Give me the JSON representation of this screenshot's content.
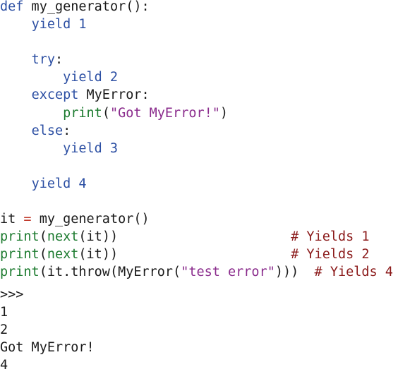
{
  "code": {
    "lines": [
      [
        {
          "t": "def",
          "c": "kw"
        },
        {
          "t": " my_generator():",
          "c": "txt"
        }
      ],
      [
        {
          "t": "    ",
          "c": "txt"
        },
        {
          "t": "yield 1",
          "c": "kw"
        }
      ],
      [],
      [
        {
          "t": "    ",
          "c": "txt"
        },
        {
          "t": "try",
          "c": "kw"
        },
        {
          "t": ":",
          "c": "txt"
        }
      ],
      [
        {
          "t": "        ",
          "c": "txt"
        },
        {
          "t": "yield 2",
          "c": "kw"
        }
      ],
      [
        {
          "t": "    ",
          "c": "txt"
        },
        {
          "t": "except",
          "c": "kw"
        },
        {
          "t": " MyError:",
          "c": "txt"
        }
      ],
      [
        {
          "t": "        ",
          "c": "txt"
        },
        {
          "t": "print",
          "c": "fn"
        },
        {
          "t": "(",
          "c": "txt"
        },
        {
          "t": "\"Got MyError!\"",
          "c": "str"
        },
        {
          "t": ")",
          "c": "txt"
        }
      ],
      [
        {
          "t": "    ",
          "c": "txt"
        },
        {
          "t": "else",
          "c": "kw"
        },
        {
          "t": ":",
          "c": "txt"
        }
      ],
      [
        {
          "t": "        ",
          "c": "txt"
        },
        {
          "t": "yield 3",
          "c": "kw"
        }
      ],
      [],
      [
        {
          "t": "    ",
          "c": "txt"
        },
        {
          "t": "yield 4",
          "c": "kw"
        }
      ],
      [],
      [
        {
          "t": "it ",
          "c": "txt"
        },
        {
          "t": "=",
          "c": "op"
        },
        {
          "t": " my_generator()",
          "c": "txt"
        }
      ],
      [
        {
          "t": "print",
          "c": "fn"
        },
        {
          "t": "(",
          "c": "txt"
        },
        {
          "t": "next",
          "c": "fn"
        },
        {
          "t": "(it))                      ",
          "c": "txt"
        },
        {
          "t": "# Yields 1",
          "c": "cmt"
        }
      ],
      [
        {
          "t": "print",
          "c": "fn"
        },
        {
          "t": "(",
          "c": "txt"
        },
        {
          "t": "next",
          "c": "fn"
        },
        {
          "t": "(it))                      ",
          "c": "txt"
        },
        {
          "t": "# Yields 2",
          "c": "cmt"
        }
      ],
      [
        {
          "t": "print",
          "c": "fn"
        },
        {
          "t": "(it.throw(MyError(",
          "c": "txt"
        },
        {
          "t": "\"test error\"",
          "c": "str"
        },
        {
          "t": ")))  ",
          "c": "txt"
        },
        {
          "t": "# Yields 4",
          "c": "cmt"
        }
      ]
    ]
  },
  "output": {
    "lines": [
      ">>>",
      "1",
      "2",
      "Got MyError!",
      "4"
    ]
  },
  "colors": {
    "keyword": "#2c4fa3",
    "builtin": "#1b7a2e",
    "string": "#8a2b8c",
    "operator": "#c0392b",
    "comment": "#8b1a1a",
    "text": "#1a1a1a"
  }
}
